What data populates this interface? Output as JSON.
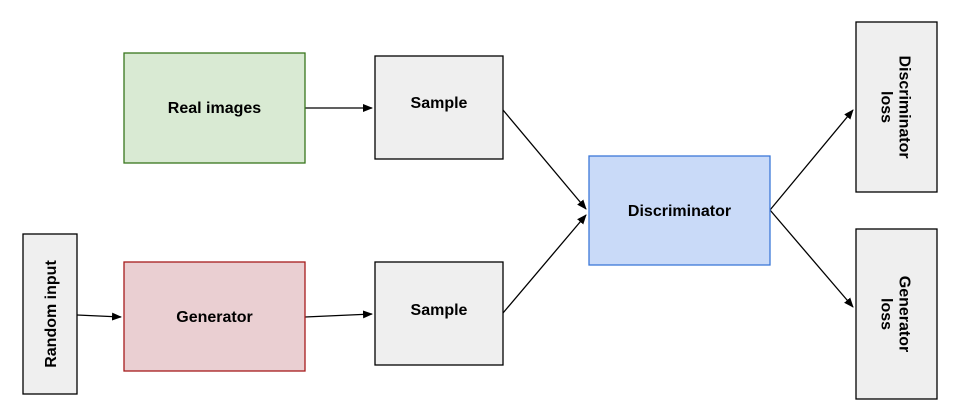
{
  "diagram": {
    "nodes": {
      "real_images": {
        "label": "Real images",
        "fill": "#d9ead3",
        "stroke": "#38761d"
      },
      "generator": {
        "label": "Generator",
        "fill": "#eacfd2",
        "stroke": "#a61c1c"
      },
      "random_input": {
        "label": "Random input",
        "fill": "#efefef",
        "stroke": "#000000"
      },
      "sample_top": {
        "label": "Sample",
        "fill": "#efefef",
        "stroke": "#000000"
      },
      "sample_bottom": {
        "label": "Sample",
        "fill": "#efefef",
        "stroke": "#000000"
      },
      "discriminator": {
        "label": "Discriminator",
        "fill": "#c9daf8",
        "stroke": "#3c78d8"
      },
      "discriminator_loss": {
        "label_lines": [
          "Discriminator",
          "loss"
        ],
        "fill": "#efefef",
        "stroke": "#000000"
      },
      "generator_loss": {
        "label_lines": [
          "Generator",
          "loss"
        ],
        "fill": "#efefef",
        "stroke": "#000000"
      }
    },
    "edges": [
      {
        "from": "random_input",
        "to": "generator"
      },
      {
        "from": "real_images",
        "to": "sample_top"
      },
      {
        "from": "generator",
        "to": "sample_bottom"
      },
      {
        "from": "sample_top",
        "to": "discriminator"
      },
      {
        "from": "sample_bottom",
        "to": "discriminator"
      },
      {
        "from": "discriminator",
        "to": "discriminator_loss"
      },
      {
        "from": "discriminator",
        "to": "generator_loss"
      }
    ]
  }
}
